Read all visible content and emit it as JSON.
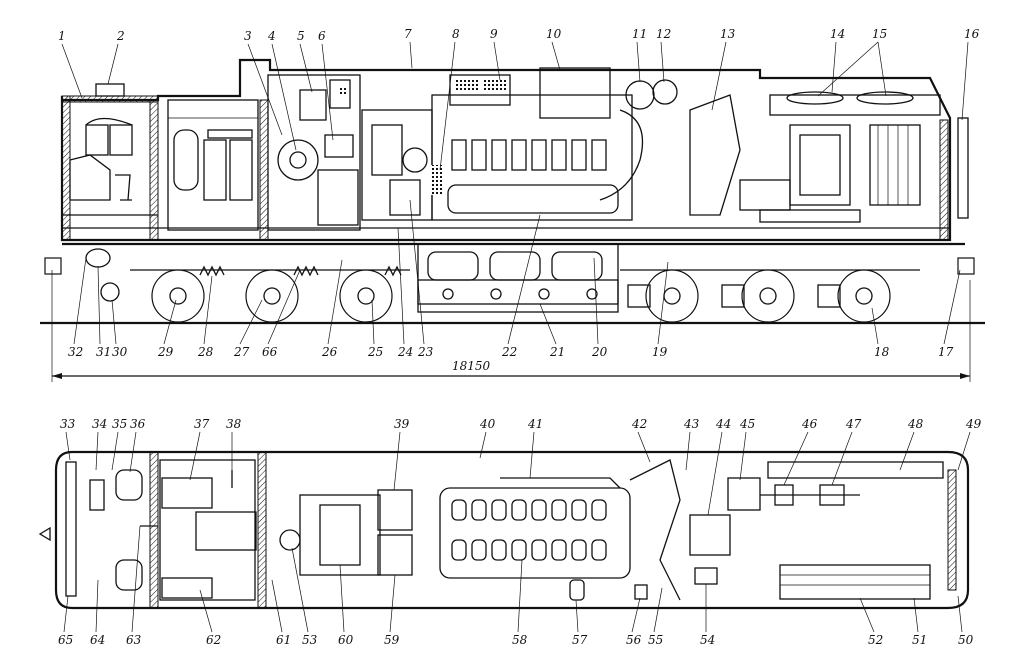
{
  "side_view": {
    "callouts_top": [
      "1",
      "2",
      "3",
      "4",
      "5",
      "6",
      "7",
      "8",
      "9",
      "10",
      "11",
      "12",
      "13",
      "14",
      "15",
      "16"
    ],
    "callouts_bottom": [
      "32",
      "31",
      "30",
      "29",
      "28",
      "27",
      "66",
      "26",
      "25",
      "24",
      "23",
      "22",
      "21",
      "20",
      "19",
      "18",
      "17"
    ],
    "overall_length": "18150"
  },
  "plan_view": {
    "callouts_top": [
      "33",
      "34",
      "35",
      "36",
      "37",
      "38",
      "39",
      "40",
      "41",
      "42",
      "43",
      "44",
      "45",
      "46",
      "47",
      "48",
      "49"
    ],
    "callouts_bottom": [
      "65",
      "64",
      "63",
      "62",
      "61",
      "53",
      "60",
      "59",
      "58",
      "57",
      "56",
      "55",
      "54",
      "52",
      "51",
      "50"
    ]
  }
}
